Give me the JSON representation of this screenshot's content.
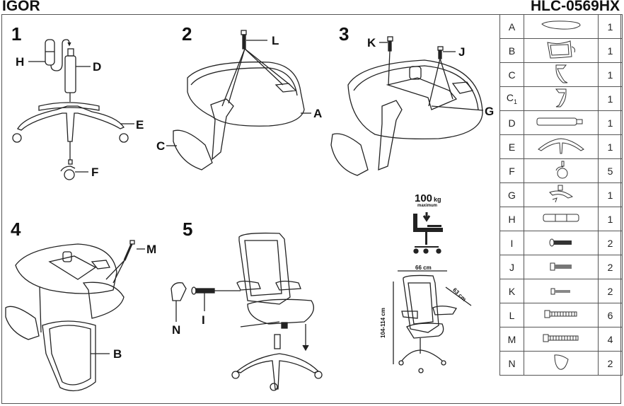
{
  "header": {
    "product_name": "IGOR",
    "model_code": "HLC-0569HX"
  },
  "steps": [
    {
      "number": "1",
      "labels": [
        "H",
        "D",
        "E",
        "F"
      ]
    },
    {
      "number": "2",
      "labels": [
        "L",
        "A",
        "C"
      ]
    },
    {
      "number": "3",
      "labels": [
        "K",
        "J",
        "G"
      ]
    },
    {
      "number": "4",
      "labels": [
        "M",
        "B"
      ]
    },
    {
      "number": "5",
      "labels": [
        "N",
        "I"
      ]
    }
  ],
  "specs": {
    "max_load_value": "100",
    "max_load_unit": "kg",
    "max_load_caption": "maximum",
    "width": "66 cm",
    "depth": "63 cm",
    "height": "104-114 cm"
  },
  "parts": [
    {
      "id": "A",
      "name": "seat-icon",
      "qty": "1"
    },
    {
      "id": "B",
      "name": "backrest-icon",
      "qty": "1"
    },
    {
      "id": "C",
      "name": "armrest-left-icon",
      "qty": "1"
    },
    {
      "id": "C1",
      "id_main": "C",
      "id_sub": "1",
      "name": "armrest-right-icon",
      "qty": "1"
    },
    {
      "id": "D",
      "name": "gas-lift-icon",
      "qty": "1"
    },
    {
      "id": "E",
      "name": "base-icon",
      "qty": "1"
    },
    {
      "id": "F",
      "name": "caster-icon",
      "qty": "5"
    },
    {
      "id": "G",
      "name": "mechanism-icon",
      "qty": "1"
    },
    {
      "id": "H",
      "name": "gas-lift-cover-icon",
      "qty": "1"
    },
    {
      "id": "I",
      "name": "bolt-i-icon",
      "qty": "2"
    },
    {
      "id": "J",
      "name": "bolt-j-icon",
      "qty": "2"
    },
    {
      "id": "K",
      "name": "bolt-k-icon",
      "qty": "2"
    },
    {
      "id": "L",
      "name": "bolt-l-icon",
      "qty": "6"
    },
    {
      "id": "M",
      "name": "bolt-m-icon",
      "qty": "4"
    },
    {
      "id": "N",
      "name": "cap-cover-icon",
      "qty": "2"
    }
  ]
}
